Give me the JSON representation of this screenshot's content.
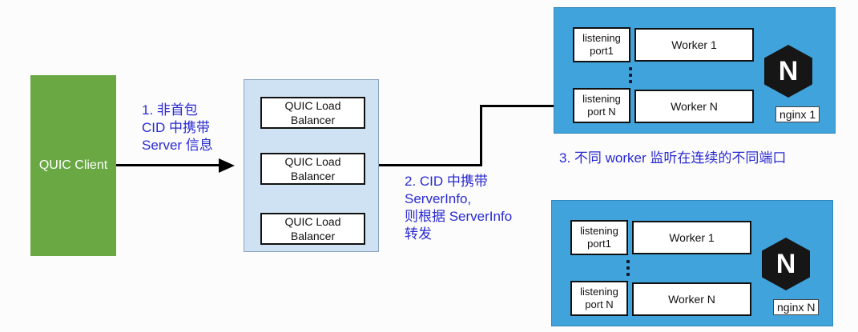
{
  "colors": {
    "client_green": "#69a843",
    "lb_panel_bg": "#cfe2f3",
    "nginx_node_blue": "#41a3db",
    "annotation_text_blue": "#2a2ad2",
    "arrow_black": "#000000",
    "logo_black": "#161616"
  },
  "client": {
    "label": "QUIC Client"
  },
  "lb_cluster": {
    "balancers": [
      {
        "line1": "QUIC Load",
        "line2": "Balancer"
      },
      {
        "line1": "QUIC Load",
        "line2": "Balancer"
      },
      {
        "line1": "QUIC Load",
        "line2": "Balancer"
      }
    ]
  },
  "annotations": {
    "step1": {
      "line1": "1. 非首包",
      "line2": "CID 中携带",
      "line3": "Server 信息"
    },
    "step2": {
      "line1": "2. CID 中携带",
      "line2": "ServerInfo,",
      "line3": "则根据 ServerInfo",
      "line4": "转发"
    },
    "step3": {
      "text": "3. 不同 worker 监听在连续的不同端口"
    }
  },
  "nginx_nodes": [
    {
      "label": "nginx 1",
      "logo_letter": "N",
      "ports": [
        {
          "line1": "listening",
          "line2": "port1"
        },
        {
          "line1": "listening",
          "line2": "port N"
        }
      ],
      "workers": [
        "Worker 1",
        "Worker N"
      ]
    },
    {
      "label": "nginx N",
      "logo_letter": "N",
      "ports": [
        {
          "line1": "listening",
          "line2": "port1"
        },
        {
          "line1": "listening",
          "line2": "port N"
        }
      ],
      "workers": [
        "Worker 1",
        "Worker N"
      ]
    }
  ]
}
